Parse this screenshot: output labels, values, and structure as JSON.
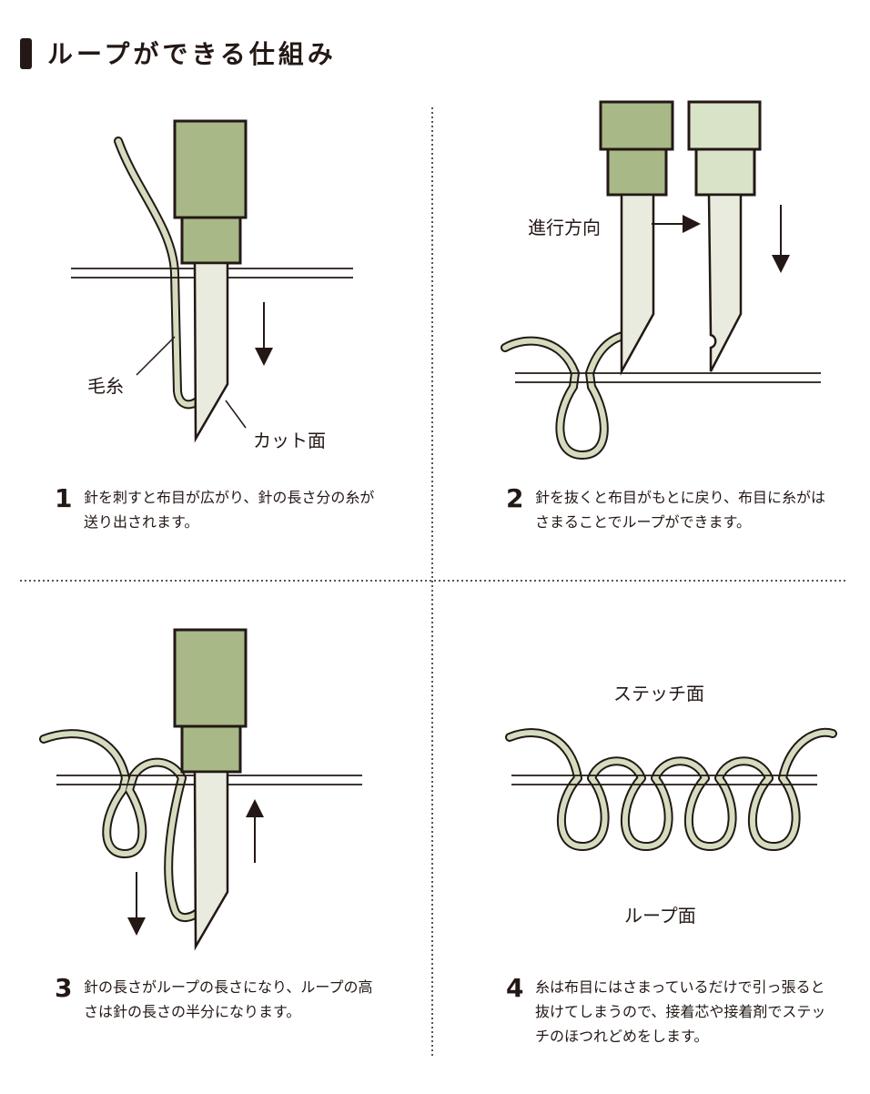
{
  "title": "ループができる仕組み",
  "colors": {
    "ink": "#231815",
    "needle_dark": "#a8b886",
    "needle_light": "#d9e3c8",
    "yarn": "#d5dcbf",
    "blade": "#e8ebdd"
  },
  "panel1": {
    "label_yarn": "毛糸",
    "label_cut": "カット面",
    "step_num": "1",
    "step_text": "針を刺すと布目が広がり、針の長さ分の糸が送り出されます。"
  },
  "panel2": {
    "label_direction": "進行方向",
    "step_num": "2",
    "step_text": "針を抜くと布目がもとに戻り、布目に糸がはさまることでループができます。"
  },
  "panel3": {
    "step_num": "3",
    "step_text": "針の長さがループの長さになり、ループの高さは針の長さの半分になります。"
  },
  "panel4": {
    "label_stitch": "ステッチ面",
    "label_loop": "ループ面",
    "step_num": "4",
    "step_text": "糸は布目にはさまっているだけで引っ張ると抜けてしまうので、接着芯や接着剤でステッチのほつれどめをします。"
  }
}
